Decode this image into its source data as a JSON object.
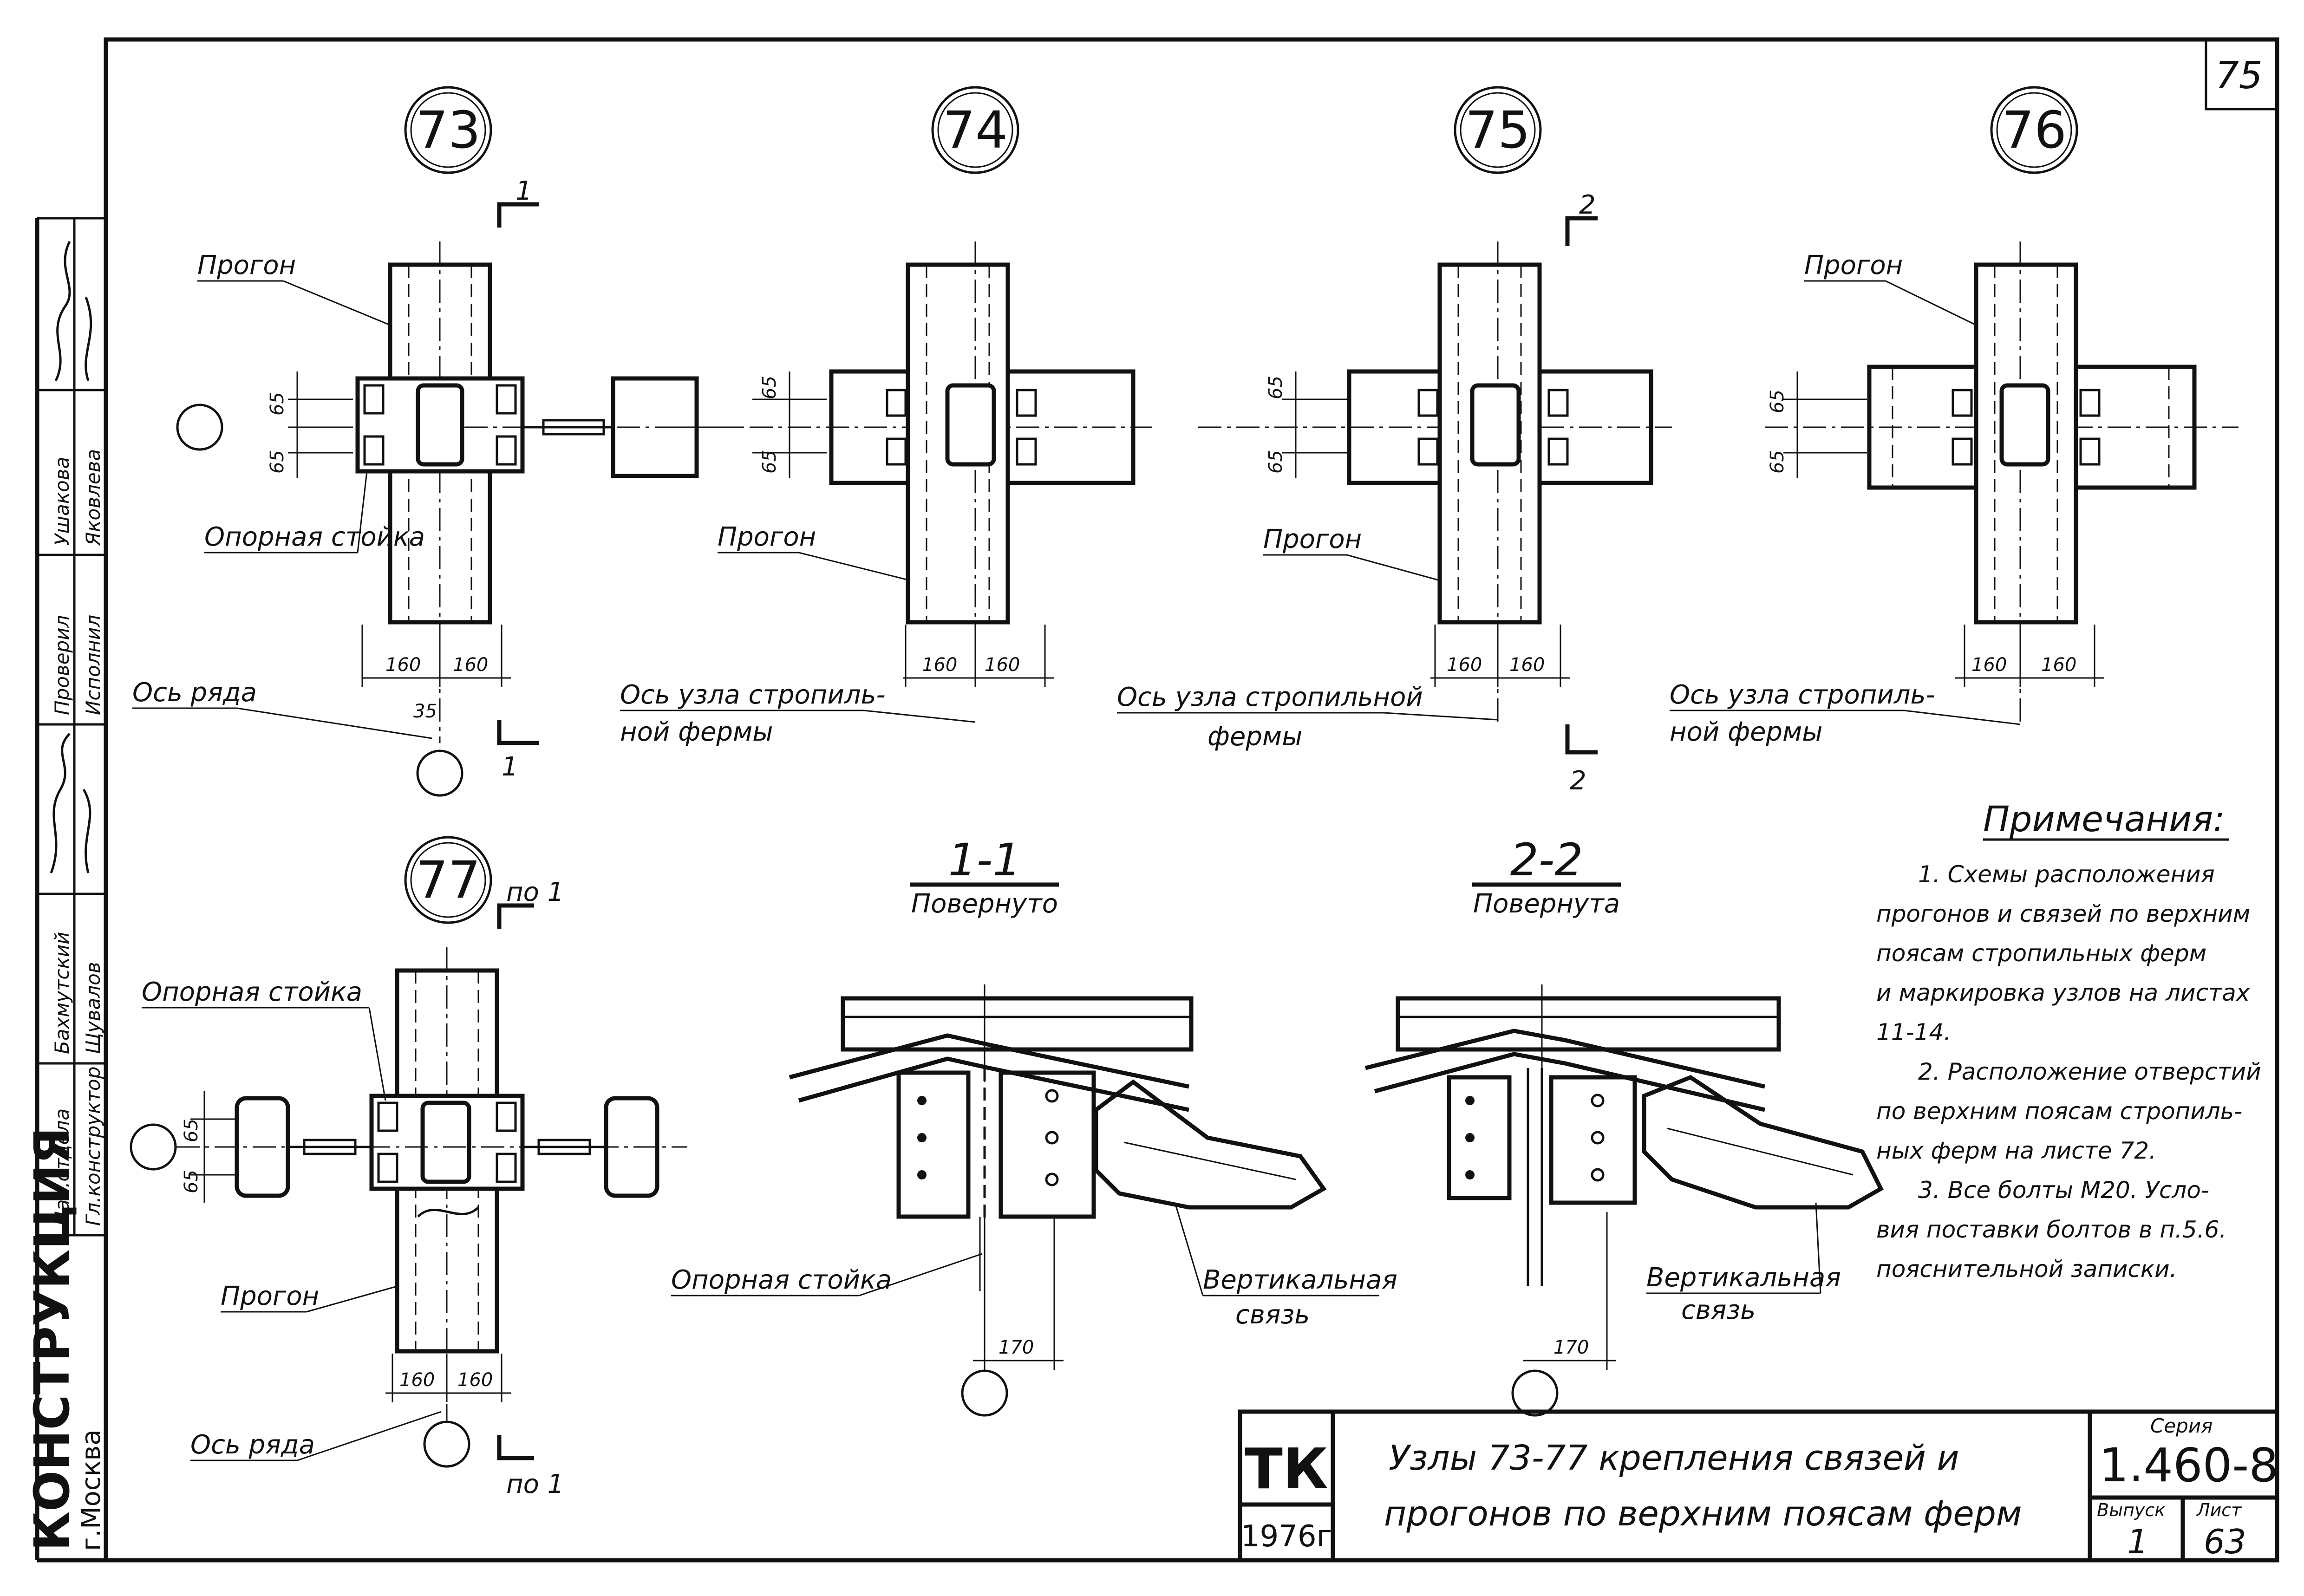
{
  "sheet": {
    "corner_number": "75",
    "frame_stamp": {
      "company": "КОНСТРУКЦИЯ",
      "city": "г.Москва",
      "rows": [
        {
          "role": "Нач.отдела",
          "name": "Бахмутский"
        },
        {
          "role": "Гл.конструктор",
          "name": "Щувалов"
        },
        {
          "role": "Проверил",
          "name": "Ушакова"
        },
        {
          "role": "Исполнил",
          "name": "Яковлева"
        }
      ]
    }
  },
  "nodes": [
    {
      "number": "73",
      "labels": {
        "purlin": "Прогон",
        "post": "Опорная стойка",
        "axis": "Ось ряда"
      },
      "dims": {
        "v1": "65",
        "v2": "65",
        "h1": "160",
        "h2": "160",
        "offset": "35"
      },
      "cut": "1"
    },
    {
      "number": "74",
      "labels": {
        "purlin": "Прогон",
        "axis_line1": "Ось узла стропиль-",
        "axis_line2": "ной фермы"
      },
      "dims": {
        "v1": "65",
        "v2": "65",
        "h1": "160",
        "h2": "160"
      }
    },
    {
      "number": "75",
      "labels": {
        "purlin": "Прогон",
        "axis_line1": "Ось узла стропильной",
        "axis_line2": "фермы"
      },
      "dims": {
        "v1": "65",
        "v2": "65",
        "h1": "160",
        "h2": "160"
      },
      "cut": "2"
    },
    {
      "number": "76",
      "labels": {
        "purlin": "Прогон",
        "axis_line1": "Ось узла стропиль-",
        "axis_line2": "ной фермы"
      },
      "dims": {
        "v1": "65",
        "v2": "65",
        "h1": "160",
        "h2": "160"
      }
    },
    {
      "number": "77",
      "labels": {
        "purlin": "Прогон",
        "post": "Опорная стойка",
        "axis": "Ось ряда",
        "cut": "по 1"
      },
      "dims": {
        "v1": "65",
        "v2": "65",
        "h1": "160",
        "h2": "160"
      }
    }
  ],
  "sections": [
    {
      "title": "1-1",
      "subtitle": "Повернуто",
      "labels": {
        "post": "Опорная стойка",
        "brace_line1": "Вертикальная",
        "brace_line2": "связь"
      },
      "dim": "170"
    },
    {
      "title": "2-2",
      "subtitle": "Повернута",
      "labels": {
        "brace_line1": "Вертикальная",
        "brace_line2": "связь"
      },
      "dim": "170"
    }
  ],
  "notes": {
    "heading": "Примечания:",
    "lines": [
      "1. Схемы расположения",
      "прогонов и связей по верхним",
      "поясам стропильных ферм",
      "и маркировка узлов на листах",
      "11-14.",
      "2. Расположение отверстий",
      "по верхним поясам стропиль-",
      "ных ферм на листе 72.",
      "3. Все болты М20. Усло-",
      "вия поставки болтов в п.5.6.",
      "пояснительной записки."
    ]
  },
  "title_block": {
    "code": "ТК",
    "year": "1976г",
    "title_line1": "Узлы 73-77 крепления связей и",
    "title_line2": "прогонов по верхним поясам ферм",
    "series_label": "Серия",
    "series": "1.460-8",
    "issue_label": "Выпуск",
    "issue": "1",
    "sheet_label": "Лист",
    "sheet": "63"
  }
}
